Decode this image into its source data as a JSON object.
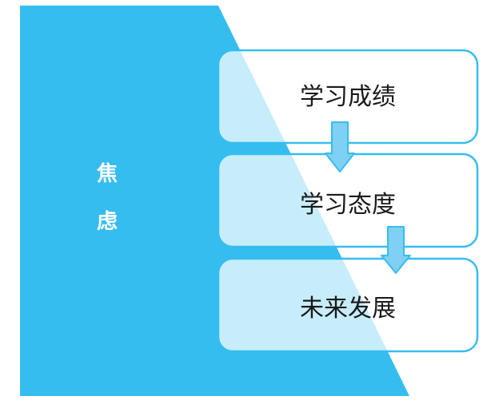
{
  "diagram": {
    "side_label": [
      "焦",
      "虑"
    ],
    "steps": [
      "学习成绩",
      "学习态度",
      "未来发展"
    ]
  },
  "colors": {
    "triangle_fill": "#36bdf0",
    "box_fill": "#ffffff",
    "box_stroke": "#36bdf0",
    "arrow_fill": "#7fd0f2",
    "arrow_stroke": "#36bdf0",
    "side_text": "#ffffff",
    "step_text": "#1a1a1a"
  },
  "icons": {
    "flow_arrow": "down-arrow-icon"
  }
}
